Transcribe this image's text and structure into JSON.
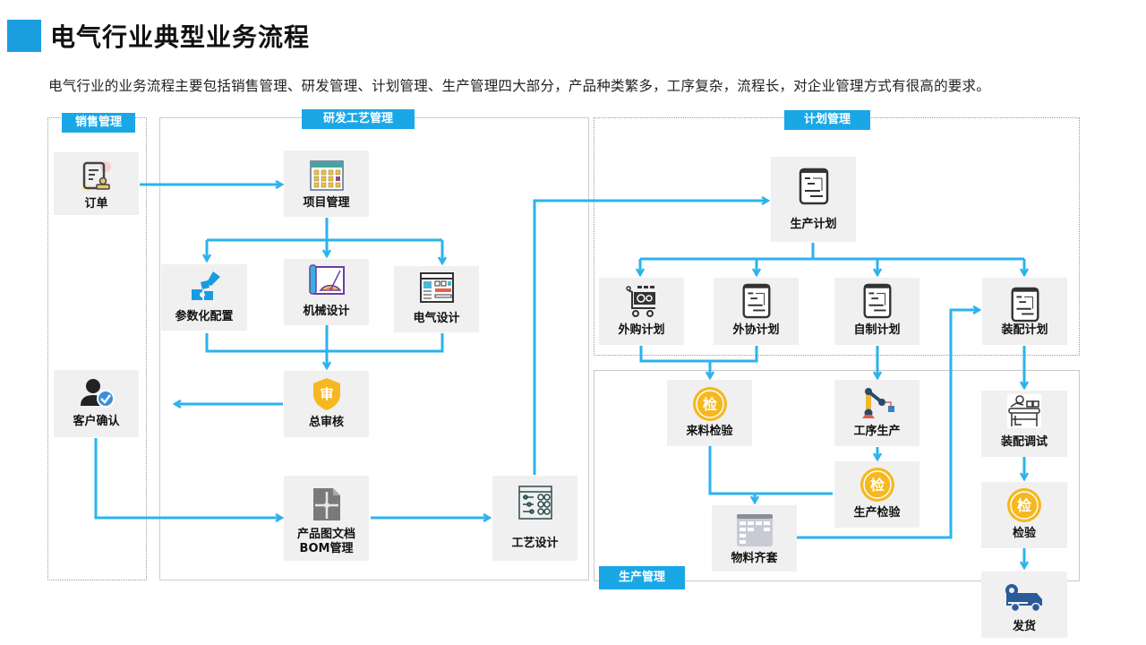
{
  "header": {
    "title": "电气行业典型业务流程",
    "description": "电气行业的业务流程主要包括销售管理、研发管理、计划管理、生产管理四大部分，产品种类繁多，工序复杂，流程长，对企业管理方式有很高的要求。"
  },
  "regions": {
    "sales": "销售管理",
    "rnd": "研发工艺管理",
    "planning": "计划管理",
    "production": "生产管理"
  },
  "nodes": {
    "order": "订单",
    "customer_confirm": "客户确认",
    "project_mgmt": "项目管理",
    "param_config": "参数化配置",
    "mech_design": "机械设计",
    "elec_design": "电气设计",
    "final_review": "总审核",
    "product_docs_line1": "产品图文档",
    "product_docs_line2": "BOM管理",
    "process_design": "工艺设计",
    "prod_plan": "生产计划",
    "purchase_plan": "外购计划",
    "outsource_plan": "外协计划",
    "inhouse_plan": "自制计划",
    "assembly_plan": "装配计划",
    "incoming_inspection": "来料检验",
    "process_production": "工序生产",
    "production_inspection": "生产检验",
    "material_kitting": "物料齐套",
    "assembly_debug": "装配调试",
    "inspection": "检验",
    "shipping": "发货"
  },
  "icon_glyphs": {
    "review": "审",
    "inspect": "检"
  },
  "colors": {
    "accent": "#1aa7e6",
    "arrow": "#2bb3ec",
    "node_bg": "#f0f0f0",
    "gold": "#f5b820"
  }
}
